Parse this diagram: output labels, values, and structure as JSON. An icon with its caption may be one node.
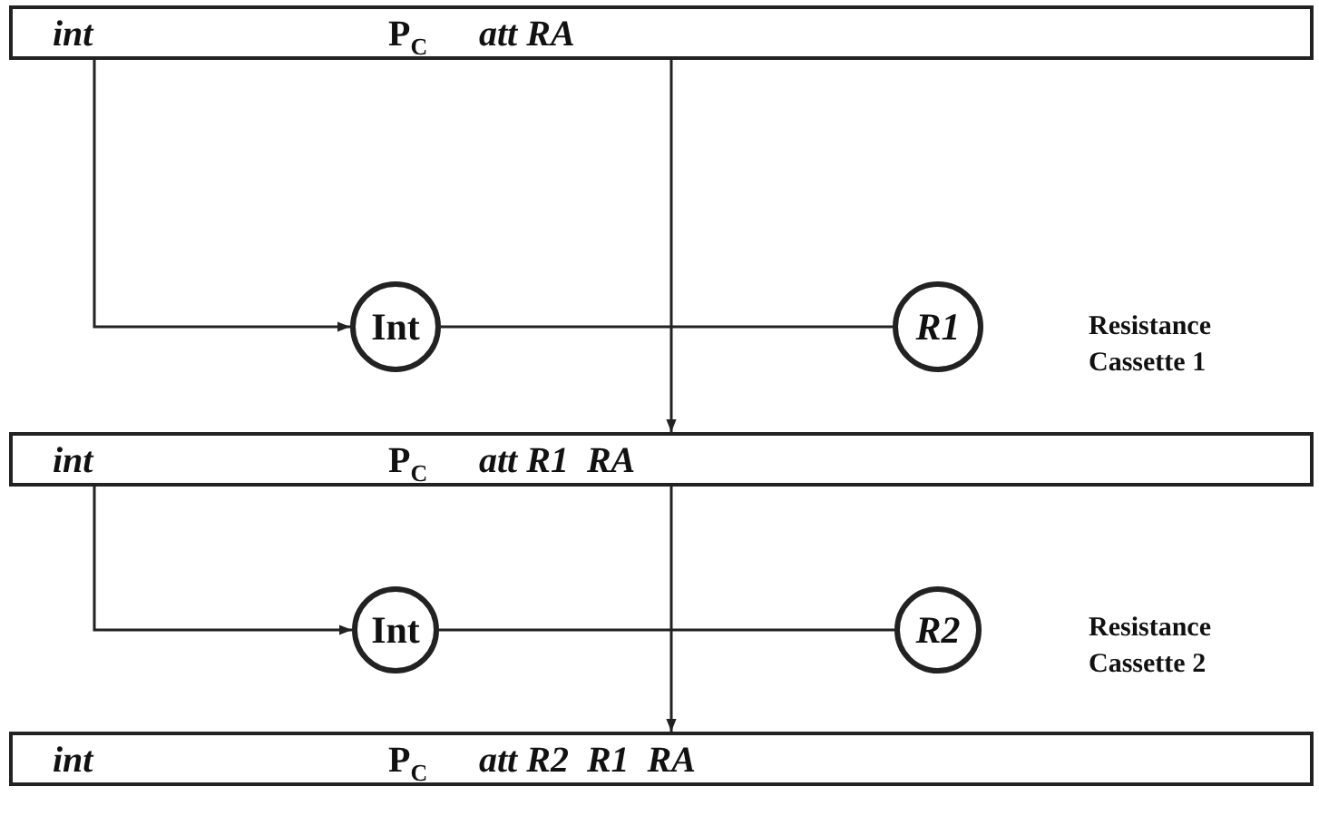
{
  "diagram": {
    "nodes": [
      {
        "text": [
          "int",
          "P$_{C}$",
          "att RA"
        ]
      },
      {
        "text": [
          "Int"
        ]
      },
      {
        "text": [
          "R1"
        ]
      },
      {
        "text": [
          "int",
          "P$_{C}$",
          "att R1  RA"
        ]
      },
      {
        "text": [
          "Int"
        ]
      },
      {
        "text": [
          "R2"
        ]
      },
      {
        "text": [
          "int",
          "P$_{C}$",
          "att R2  R1  RA"
        ]
      }
    ],
    "edges": [
      {
        "from": 0,
        "to": 1,
        "arrow": "to"
      },
      {
        "from": 1,
        "to": 2,
        "arrow": "none"
      },
      {
        "from": 0,
        "to": 3,
        "arrow": "to"
      },
      {
        "from": 3,
        "to": 4,
        "arrow": "to"
      },
      {
        "from": 4,
        "to": 5,
        "arrow": "none"
      },
      {
        "from": 3,
        "to": 6,
        "arrow": "to"
      }
    ],
    "labels": [
      "Resistance Cassette 1",
      "Resistance Cassette 2"
    ]
  }
}
